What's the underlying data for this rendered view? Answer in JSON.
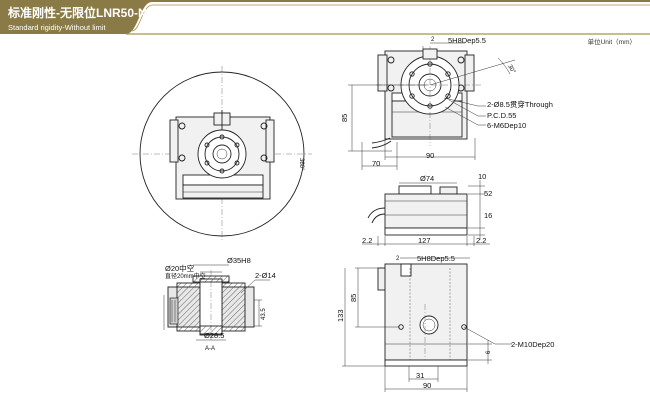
{
  "header": {
    "title_cn": "标准刚性-无限位LNR50-N",
    "title_en": "Standard rigidity-Without limit",
    "bar_color": "#8a7a45",
    "accent_line_color": "#a7944f"
  },
  "unit_note": "单位Unit（mm）",
  "isometric_view": {
    "rotation_label": "360°"
  },
  "top_view": {
    "d_top_1": "2",
    "d_top_2": "5H8Dep5.5",
    "angle": "30°",
    "d_height": "85",
    "callout_1": "2-Ø8.5贯穿Through",
    "callout_2": "P.C.D.55",
    "callout_3": "6-M6Dep10",
    "d_width_1": "70",
    "d_width_2": "90"
  },
  "side_view": {
    "d_dia": "Ø74",
    "d_10": "10",
    "d_52": "52",
    "d_16": "16",
    "d_left": "2.2",
    "d_127": "127",
    "d_right": "2.2"
  },
  "section_view": {
    "d_20": "Ø20中空",
    "d_20_sub": "直径20mm中空",
    "d_35": "Ø35H8",
    "d_14": "2-Ø14",
    "d_43": "43.5",
    "d_28": "Ø28.5",
    "section_label": "A-A"
  },
  "front_view": {
    "d_top_1": "2",
    "d_top_2": "5H8Dep5.5",
    "d_85": "85",
    "d_133": "133",
    "callout_m10": "2-M10Dep20",
    "d_6": "6",
    "d_31": "31",
    "d_90": "90"
  }
}
